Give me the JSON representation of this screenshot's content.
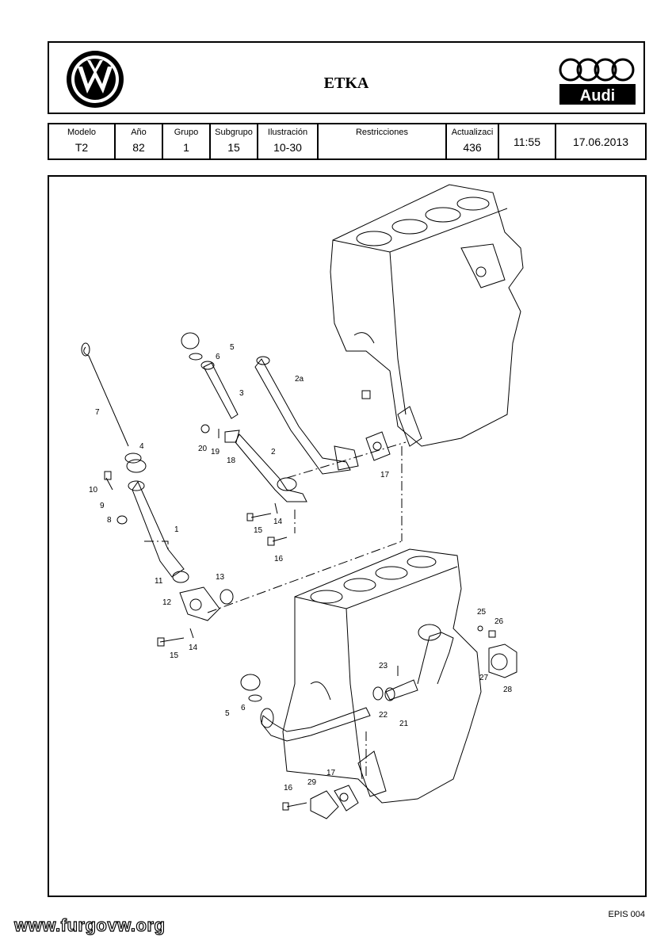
{
  "header": {
    "title": "ETKA",
    "vw_logo": "vw-logo",
    "audi_logo": "audi-rings-logo",
    "audi_text": "Audi"
  },
  "meta": {
    "modelo_label": "Modelo",
    "modelo_value": "T2",
    "ano_label": "Año",
    "ano_value": "82",
    "grupo_label": "Grupo",
    "grupo_value": "1",
    "subgrupo_label": "Subgrupo",
    "subgrupo_value": "15",
    "ilustracion_label": "Ilustración",
    "ilustracion_value": "10-30",
    "restricciones_label": "Restricciones",
    "actualizacion_label": "Actualizaci",
    "actualizacion_value": "436",
    "time": "11:55",
    "date": "17.06.2013"
  },
  "diagram": {
    "labels": {
      "l1": "1",
      "l2": "2",
      "l2a": "2a",
      "l3": "3",
      "l4": "4",
      "l5": "5",
      "l6": "6",
      "l7": "7",
      "l8": "8",
      "l9": "9",
      "l10": "10",
      "l11": "11",
      "l12": "12",
      "l13": "13",
      "l14a": "14",
      "l14b": "14",
      "l15a": "15",
      "l15b": "15",
      "l16a": "16",
      "l16b": "16",
      "l17a": "17",
      "l17b": "17",
      "l18": "18",
      "l19": "19",
      "l20": "20",
      "l21": "21",
      "l22": "22",
      "l23": "23",
      "l25": "25",
      "l26": "26",
      "l27": "27",
      "l28": "28",
      "l29": "29",
      "l5b": "5",
      "l6b": "6"
    }
  },
  "footer": {
    "code": "EPIS 004",
    "url": "www.furgovw.org"
  }
}
